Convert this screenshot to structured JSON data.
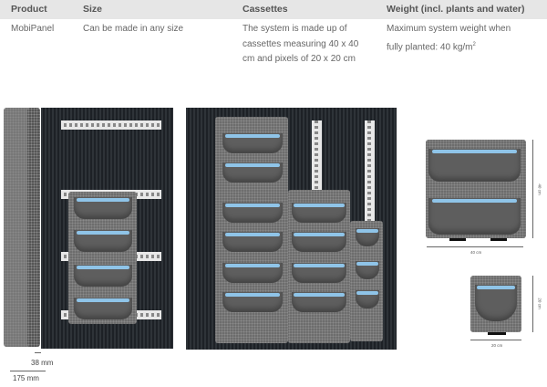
{
  "table": {
    "headers": [
      "Product",
      "Size",
      "Cassettes",
      "Weight (incl. plants and water)"
    ],
    "row": {
      "product": "MobiPanel",
      "size": "Can be made in any size",
      "cassettes": [
        "The system is made up of",
        "cassettes measuring 40 x 40",
        "cm and pixels of 20 x 20 cm"
      ],
      "weight": [
        "Maximum system weight when",
        "fully planted: 40 kg/m",
        "2"
      ]
    }
  },
  "dimensions": {
    "depth_small": "38 mm",
    "depth_large": "175 mm",
    "cassette_w": "40 cm",
    "cassette_h": "40 cm",
    "pixel_w": "20 cm",
    "pixel_h": "20 cm"
  }
}
